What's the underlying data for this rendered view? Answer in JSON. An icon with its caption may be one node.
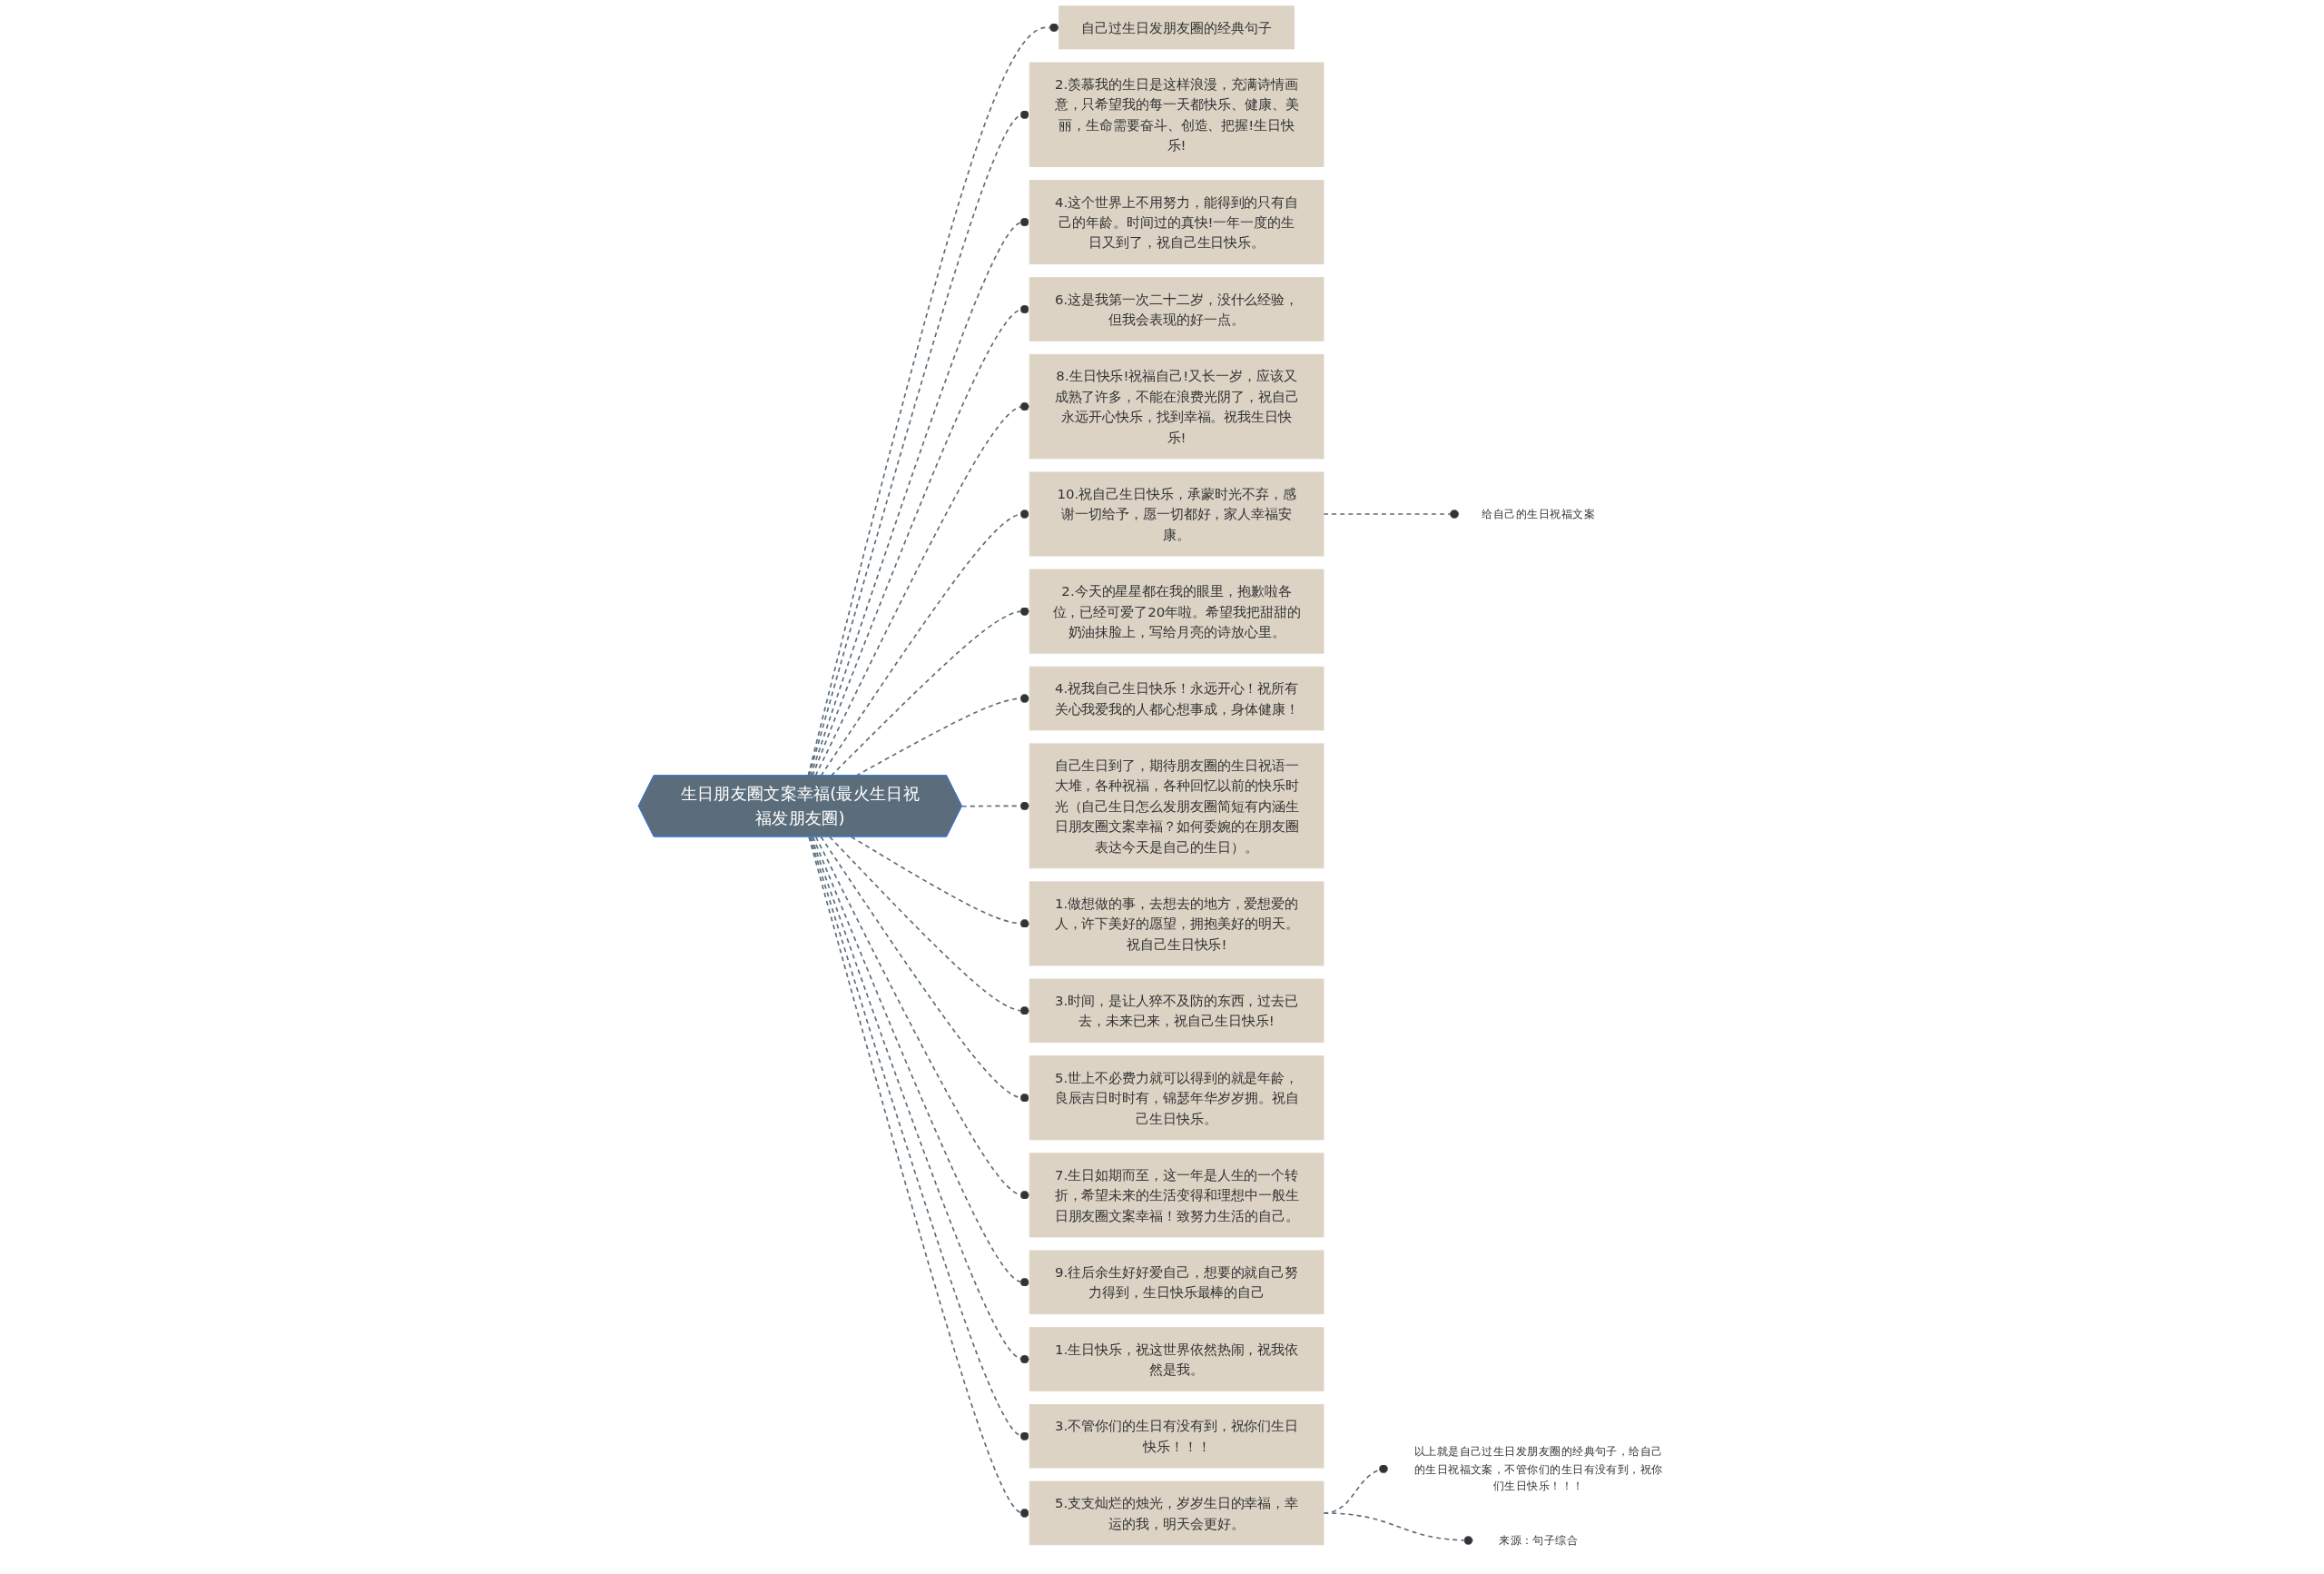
{
  "diagram": {
    "nodes": [
      {
        "text": [
          "生日朋友圈文案幸福(最火生日祝福发朋友圈)"
        ]
      },
      {
        "text": [
          "自己过生日发朋友圈的经典句子"
        ]
      },
      {
        "text": [
          "2.羡慕我的生日是这样浪漫，充满诗情画意，只希望我的每一天都快乐、健康、美丽，生命需要奋斗、创造、把握!生日快乐!"
        ]
      },
      {
        "text": [
          "4.这个世界上不用努力，能得到的只有自己的年龄。时间过的真快!一年一度的生日又到了，祝自己生日快乐。"
        ]
      },
      {
        "text": [
          "6.这是我第一次二十二岁，没什么经验，但我会表现的好一点。"
        ]
      },
      {
        "text": [
          "8.生日快乐!祝福自己!又长一岁，应该又成熟了许多，不能在浪费光阴了，祝自己永远开心快乐，找到幸福。祝我生日快乐!"
        ]
      },
      {
        "text": [
          "10.祝自己生日快乐，承蒙时光不弃，感谢一切给予，愿一切都好，家人幸福安康。"
        ]
      },
      {
        "text": [
          "给自己的生日祝福文案"
        ]
      },
      {
        "text": [
          "2.今天的星星都在我的眼里，抱歉啦各位，已经可爱了20年啦。希望我把甜甜的奶油抹脸上，写给月亮的诗放心里。"
        ]
      },
      {
        "text": [
          "4.祝我自己生日快乐！永远开心！祝所有关心我爱我的人都心想事成，身体健康！"
        ]
      },
      {
        "text": [
          "自己生日到了，期待朋友圈的生日祝语一大堆，各种祝福，各种回忆以前的快乐时光（自己生日怎么发朋友圈简短有内涵生日朋友圈文案幸福？如何委婉的在朋友圈表达今天是自己的生日）。"
        ]
      },
      {
        "text": [
          "1.做想做的事，去想去的地方，爱想爱的人，许下美好的愿望，拥抱美好的明天。祝自己生日快乐!"
        ]
      },
      {
        "text": [
          "3.时间，是让人猝不及防的东西，过去已去，未来已来，祝自己生日快乐!"
        ]
      },
      {
        "text": [
          "5.世上不必费力就可以得到的就是年龄，良辰吉日时时有，锦瑟年华岁岁拥。祝自己生日快乐。"
        ]
      },
      {
        "text": [
          "7.生日如期而至，这一年是人生的一个转折，希望未来的生活变得和理想中一般生日朋友圈文案幸福！致努力生活的自己。"
        ]
      },
      {
        "text": [
          "9.往后余生好好爱自己，想要的就自己努力得到，生日快乐最棒的自己"
        ]
      },
      {
        "text": [
          "1.生日快乐，祝这世界依然热闹，祝我依然是我。"
        ]
      },
      {
        "text": [
          "3.不管你们的生日有没有到，祝你们生日快乐！！！"
        ]
      },
      {
        "text": [
          "5.支支灿烂的烛光，岁岁生日的幸福，幸运的我，明天会更好。"
        ]
      },
      {
        "text": [
          "以上就是自己过生日发朋友圈的经典句子，给自己的生日祝福文案，不管你们的生日有没有到，祝你们生日快乐！！！"
        ]
      },
      {
        "text": [
          "来源：句子综合"
        ]
      }
    ],
    "edges": [
      {
        "from": 0,
        "to": 1,
        "arrow": "other",
        "style": "dashed"
      },
      {
        "from": 0,
        "to": 2,
        "arrow": "other",
        "style": "dashed"
      },
      {
        "from": 0,
        "to": 3,
        "arrow": "other",
        "style": "dashed"
      },
      {
        "from": 0,
        "to": 4,
        "arrow": "other",
        "style": "dashed"
      },
      {
        "from": 0,
        "to": 5,
        "arrow": "other",
        "style": "dashed"
      },
      {
        "from": 0,
        "to": 6,
        "arrow": "other",
        "style": "dashed"
      },
      {
        "from": 6,
        "to": 7,
        "arrow": "other",
        "style": "dashed"
      },
      {
        "from": 0,
        "to": 8,
        "arrow": "other",
        "style": "dashed"
      },
      {
        "from": 0,
        "to": 9,
        "arrow": "other",
        "style": "dashed"
      },
      {
        "from": 0,
        "to": 10,
        "arrow": "other",
        "style": "dashed"
      },
      {
        "from": 0,
        "to": 11,
        "arrow": "other",
        "style": "dashed"
      },
      {
        "from": 0,
        "to": 12,
        "arrow": "other",
        "style": "dashed"
      },
      {
        "from": 0,
        "to": 13,
        "arrow": "other",
        "style": "dashed"
      },
      {
        "from": 0,
        "to": 14,
        "arrow": "other",
        "style": "dashed"
      },
      {
        "from": 0,
        "to": 15,
        "arrow": "other",
        "style": "dashed"
      },
      {
        "from": 0,
        "to": 16,
        "arrow": "other",
        "style": "dashed"
      },
      {
        "from": 0,
        "to": 17,
        "arrow": "other",
        "style": "dashed"
      },
      {
        "from": 0,
        "to": 18,
        "arrow": "other",
        "style": "dashed"
      },
      {
        "from": 18,
        "to": 19,
        "arrow": "other",
        "style": "dashed"
      },
      {
        "from": 18,
        "to": 20,
        "arrow": "other",
        "style": "dashed"
      }
    ]
  }
}
